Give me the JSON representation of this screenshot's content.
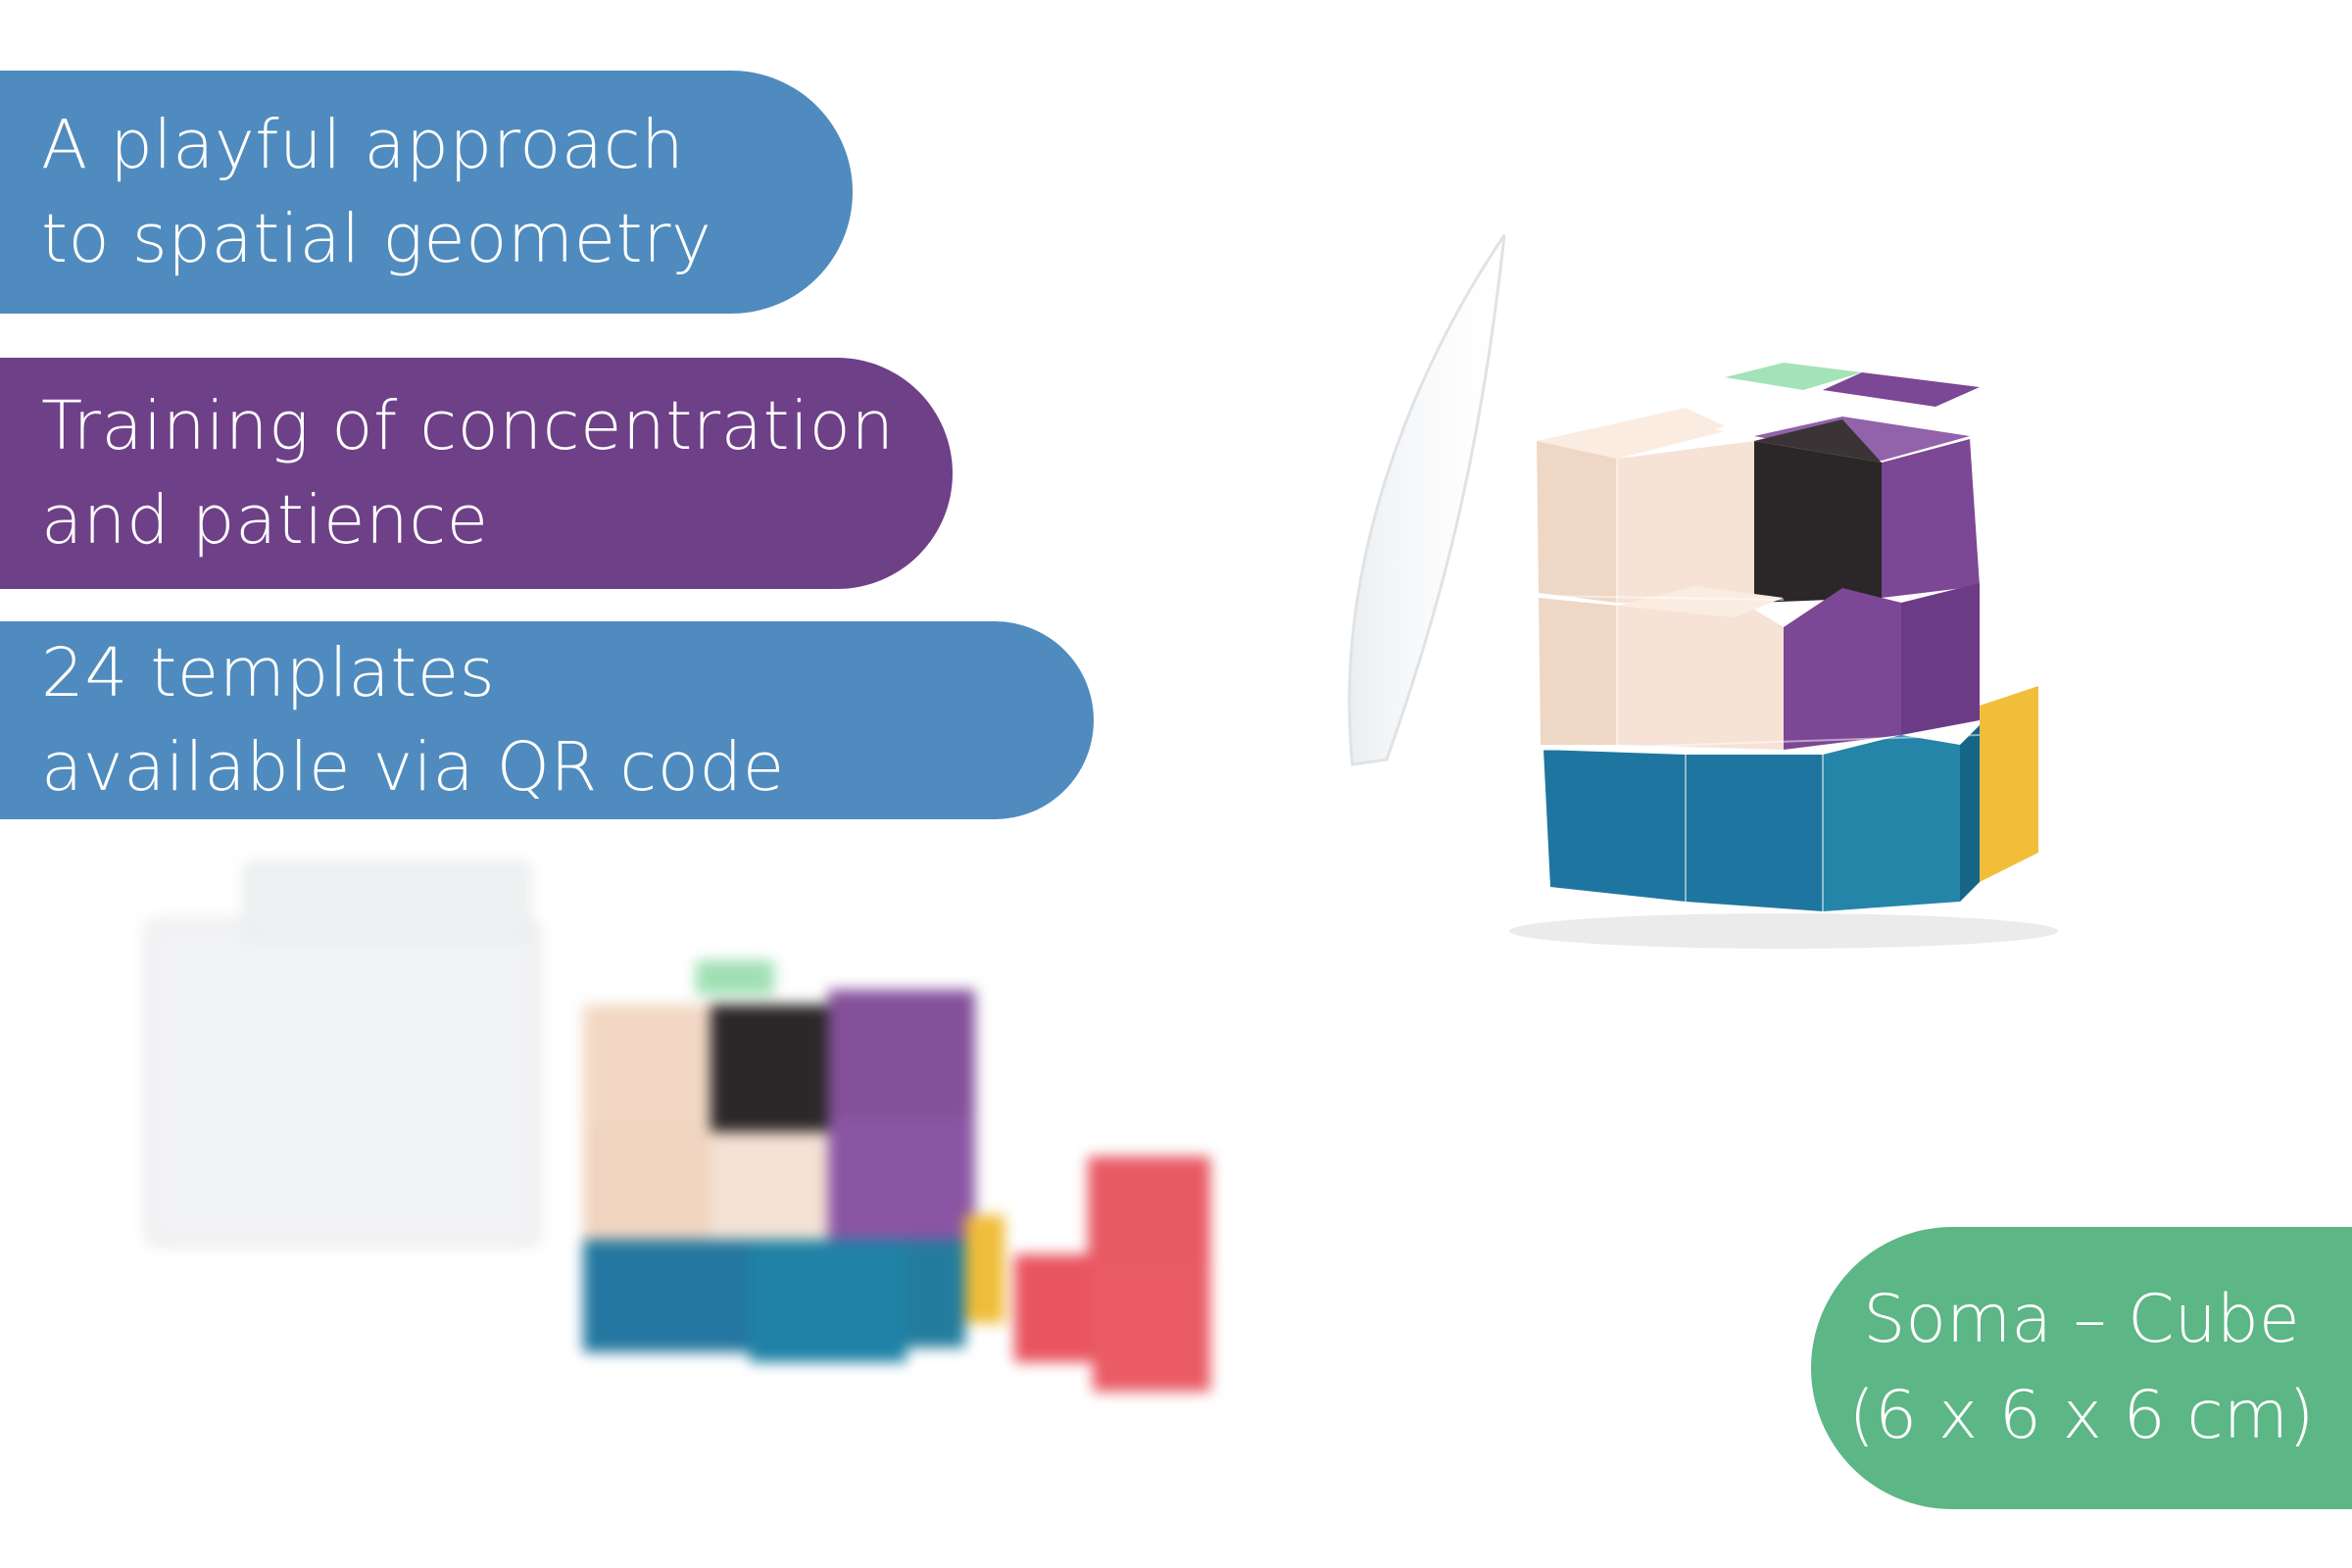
{
  "features": [
    {
      "lines": [
        "A playful approach",
        "to spatial geometry"
      ]
    },
    {
      "lines": [
        "Training of concentration",
        "and patience"
      ]
    },
    {
      "lines": [
        "24 templates",
        "available via QR code"
      ]
    }
  ],
  "product": {
    "name": "Soma – Cube",
    "size": "(6 x 6 x 6 cm)"
  },
  "colors": {
    "blue_pill": "#4F8BBE",
    "purple_pill": "#6E4088",
    "green_pill": "#5CB685",
    "cube_cream": "#F2D9C8",
    "cube_black": "#2A2527",
    "cube_purple": "#7E4A96",
    "cube_teal": "#1F7EA0",
    "cube_yellow": "#F1BE3A",
    "cube_green": "#9BDFB0",
    "cube_red": "#E85560"
  }
}
